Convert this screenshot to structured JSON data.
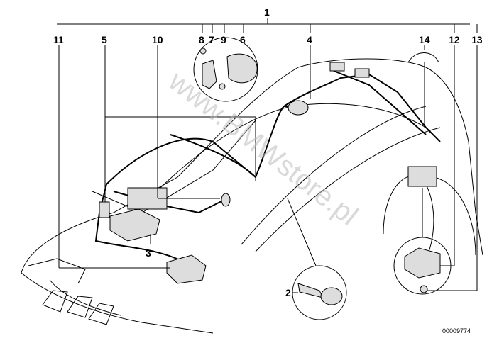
{
  "diagram": {
    "callouts": {
      "c1": "1",
      "c2": "2",
      "c3": "3",
      "c4": "4",
      "c5": "5",
      "c6": "6",
      "c7": "7",
      "c8": "8",
      "c9": "9",
      "c10": "10",
      "c11": "11",
      "c12": "12",
      "c13": "13",
      "c14": "14"
    },
    "watermark": "www.BMWstore.pl",
    "document_number": "00009774"
  }
}
